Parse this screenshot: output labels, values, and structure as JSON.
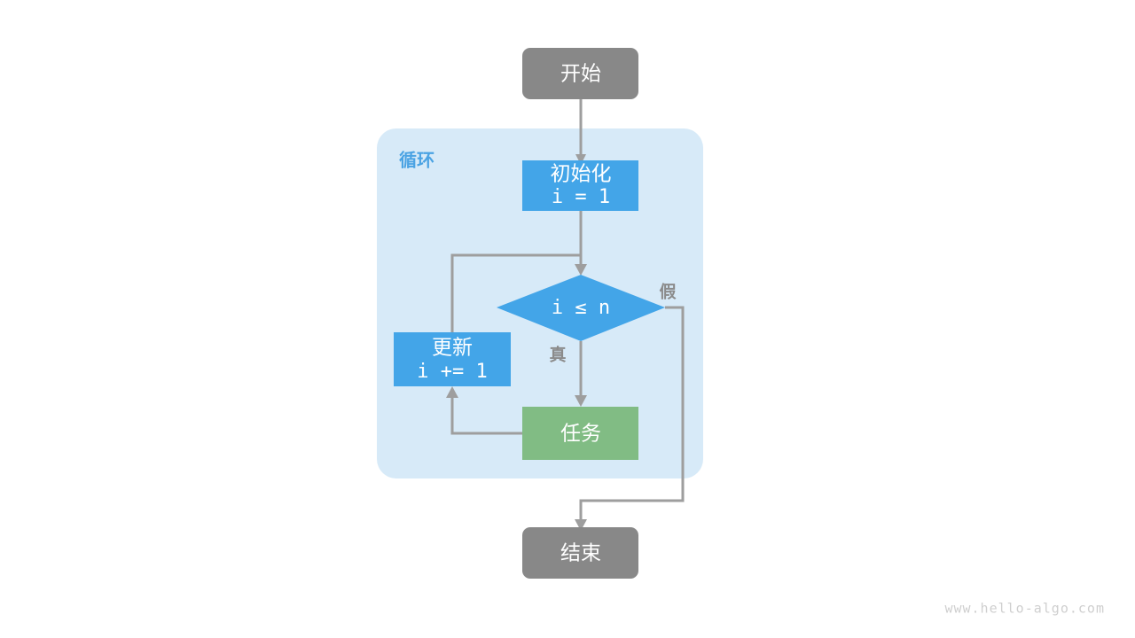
{
  "diagram": {
    "title": "循环",
    "watermark": "www.hello-algo.com",
    "colors": {
      "terminal": "#888888",
      "process": "#43a5e8",
      "task": "#81bc84",
      "group_bg": "#d7eaf8",
      "group_label": "#4ba3e3",
      "connector": "#9e9e9e",
      "node_text": "#ffffff",
      "edge_label": "#8b8b8b",
      "watermark": "#cfcfcf",
      "background": "#ffffff"
    },
    "nodes": {
      "start": {
        "label": "开始",
        "shape": "rounded-rectangle",
        "color": "#888888"
      },
      "init": {
        "line1": "初始化",
        "line2": "i = 1",
        "shape": "rectangle",
        "color": "#43a5e8"
      },
      "condition": {
        "label": "i ≤ n",
        "shape": "diamond",
        "color": "#43a5e8"
      },
      "task": {
        "label": "任务",
        "shape": "rectangle",
        "color": "#81bc84"
      },
      "update": {
        "line1": "更新",
        "line2": "i += 1",
        "shape": "rectangle",
        "color": "#43a5e8"
      },
      "end": {
        "label": "结束",
        "shape": "rounded-rectangle",
        "color": "#888888"
      }
    },
    "edge_labels": {
      "true": "真",
      "false": "假"
    }
  }
}
